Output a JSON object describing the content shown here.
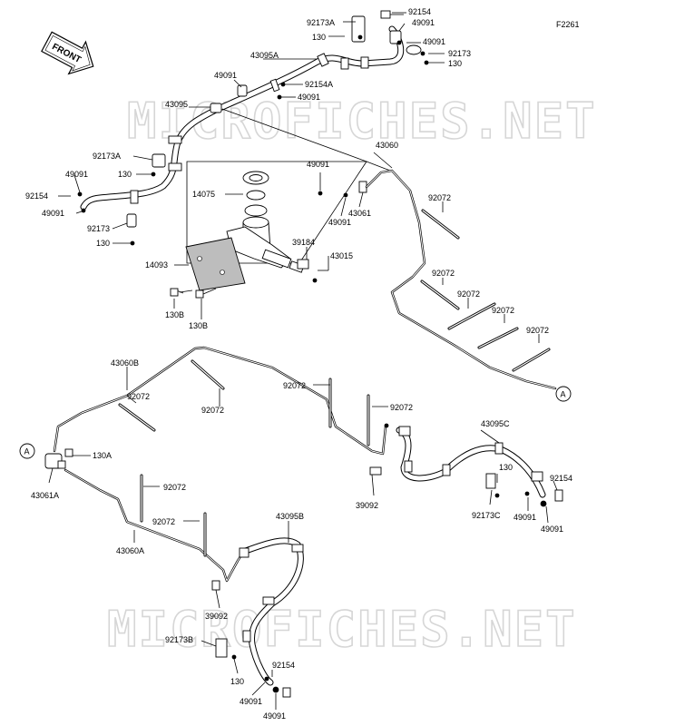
{
  "figure_code": "F2261",
  "front_label": "FRONT",
  "watermark": "MICROFICHES.NET",
  "callout_marker": "A",
  "labels": [
    {
      "id": "p92154_top",
      "text": "92154"
    },
    {
      "id": "p92173A_top",
      "text": "92173A"
    },
    {
      "id": "p49091_t1",
      "text": "49091"
    },
    {
      "id": "p130_t1",
      "text": "130"
    },
    {
      "id": "p49091_t2",
      "text": "49091"
    },
    {
      "id": "p92173_t",
      "text": "92173"
    },
    {
      "id": "p130_t2",
      "text": "130"
    },
    {
      "id": "p43095A",
      "text": "43095A"
    },
    {
      "id": "p49091_a",
      "text": "49091"
    },
    {
      "id": "p92154A",
      "text": "92154A"
    },
    {
      "id": "p49091_b",
      "text": "49091"
    },
    {
      "id": "p43095",
      "text": "43095"
    },
    {
      "id": "p43060",
      "text": "43060"
    },
    {
      "id": "p92173A_l",
      "text": "92173A"
    },
    {
      "id": "p49091_l1",
      "text": "49091"
    },
    {
      "id": "p130_l1",
      "text": "130"
    },
    {
      "id": "p92154_l",
      "text": "92154"
    },
    {
      "id": "p49091_l2",
      "text": "49091"
    },
    {
      "id": "p92173_l",
      "text": "92173"
    },
    {
      "id": "p130_l2",
      "text": "130"
    },
    {
      "id": "p49091_c",
      "text": "49091"
    },
    {
      "id": "p14075",
      "text": "14075"
    },
    {
      "id": "p43061",
      "text": "43061"
    },
    {
      "id": "p49091_d",
      "text": "49091"
    },
    {
      "id": "p39184",
      "text": "39184"
    },
    {
      "id": "p43015",
      "text": "43015"
    },
    {
      "id": "p14093",
      "text": "14093"
    },
    {
      "id": "p130B_1",
      "text": "130B"
    },
    {
      "id": "p130B_2",
      "text": "130B"
    },
    {
      "id": "p92072_r1",
      "text": "92072"
    },
    {
      "id": "p92072_r2",
      "text": "92072"
    },
    {
      "id": "p92072_r3",
      "text": "92072"
    },
    {
      "id": "p92072_r4",
      "text": "92072"
    },
    {
      "id": "p92072_r5",
      "text": "92072"
    },
    {
      "id": "p43060B",
      "text": "43060B"
    },
    {
      "id": "p92072_m1",
      "text": "92072"
    },
    {
      "id": "p92072_m2",
      "text": "92072"
    },
    {
      "id": "p92072_m3",
      "text": "92072"
    },
    {
      "id": "p92072_m4",
      "text": "92072"
    },
    {
      "id": "p130A",
      "text": "130A"
    },
    {
      "id": "p43061A",
      "text": "43061A"
    },
    {
      "id": "p92072_m5",
      "text": "92072"
    },
    {
      "id": "p92072_m6",
      "text": "92072"
    },
    {
      "id": "p43060A",
      "text": "43060A"
    },
    {
      "id": "p43095C",
      "text": "43095C"
    },
    {
      "id": "p130_r",
      "text": "130"
    },
    {
      "id": "p92154_r",
      "text": "92154"
    },
    {
      "id": "p39092_r",
      "text": "39092"
    },
    {
      "id": "p92173C",
      "text": "92173C"
    },
    {
      "id": "p49091_r1",
      "text": "49091"
    },
    {
      "id": "p49091_r2",
      "text": "49091"
    },
    {
      "id": "p43095B",
      "text": "43095B"
    },
    {
      "id": "p39092_b",
      "text": "39092"
    },
    {
      "id": "p92173B",
      "text": "92173B"
    },
    {
      "id": "p130_b",
      "text": "130"
    },
    {
      "id": "p92154_b",
      "text": "92154"
    },
    {
      "id": "p49091_b1",
      "text": "49091"
    },
    {
      "id": "p49091_b2",
      "text": "49091"
    }
  ]
}
